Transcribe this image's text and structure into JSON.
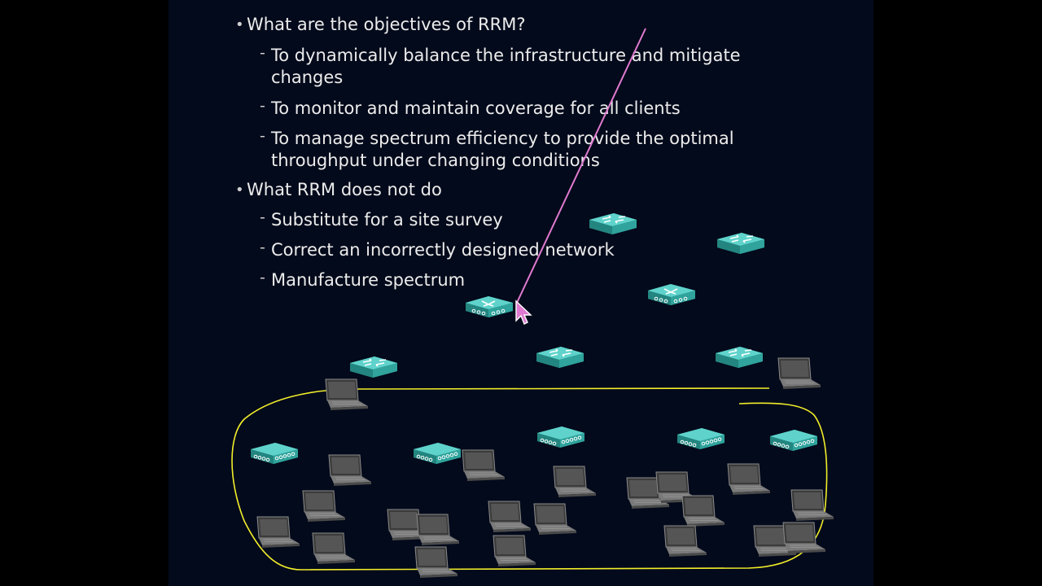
{
  "slide": {
    "bullets": [
      {
        "text": "What are the objectives of RRM?",
        "subs": [
          "To dynamically balance the infrastructure and mitigate",
          "changes",
          "To monitor and maintain coverage for all clients",
          "To manage spectrum efficiency to provide the optimal",
          "throughput under changing conditions"
        ]
      },
      {
        "text": "What RRM does not do",
        "subs": [
          "Substitute for a site survey",
          "Correct an incorrectly designed network",
          "Manufacture spectrum"
        ]
      }
    ],
    "bullet_glyph": "•",
    "dash_glyph": "-"
  },
  "colors": {
    "slide_bg": "#030a1b",
    "text": "#ececec",
    "device_teal": "#2fa39c",
    "annotation_pink": "#e07ad0",
    "annotation_yellow": "#f2ee2a",
    "laptop_gray": "#4a4a4a"
  },
  "icons": [
    "router-icon",
    "switch-icon",
    "access-point-icon",
    "laptop-icon",
    "mouse-cursor-icon"
  ]
}
